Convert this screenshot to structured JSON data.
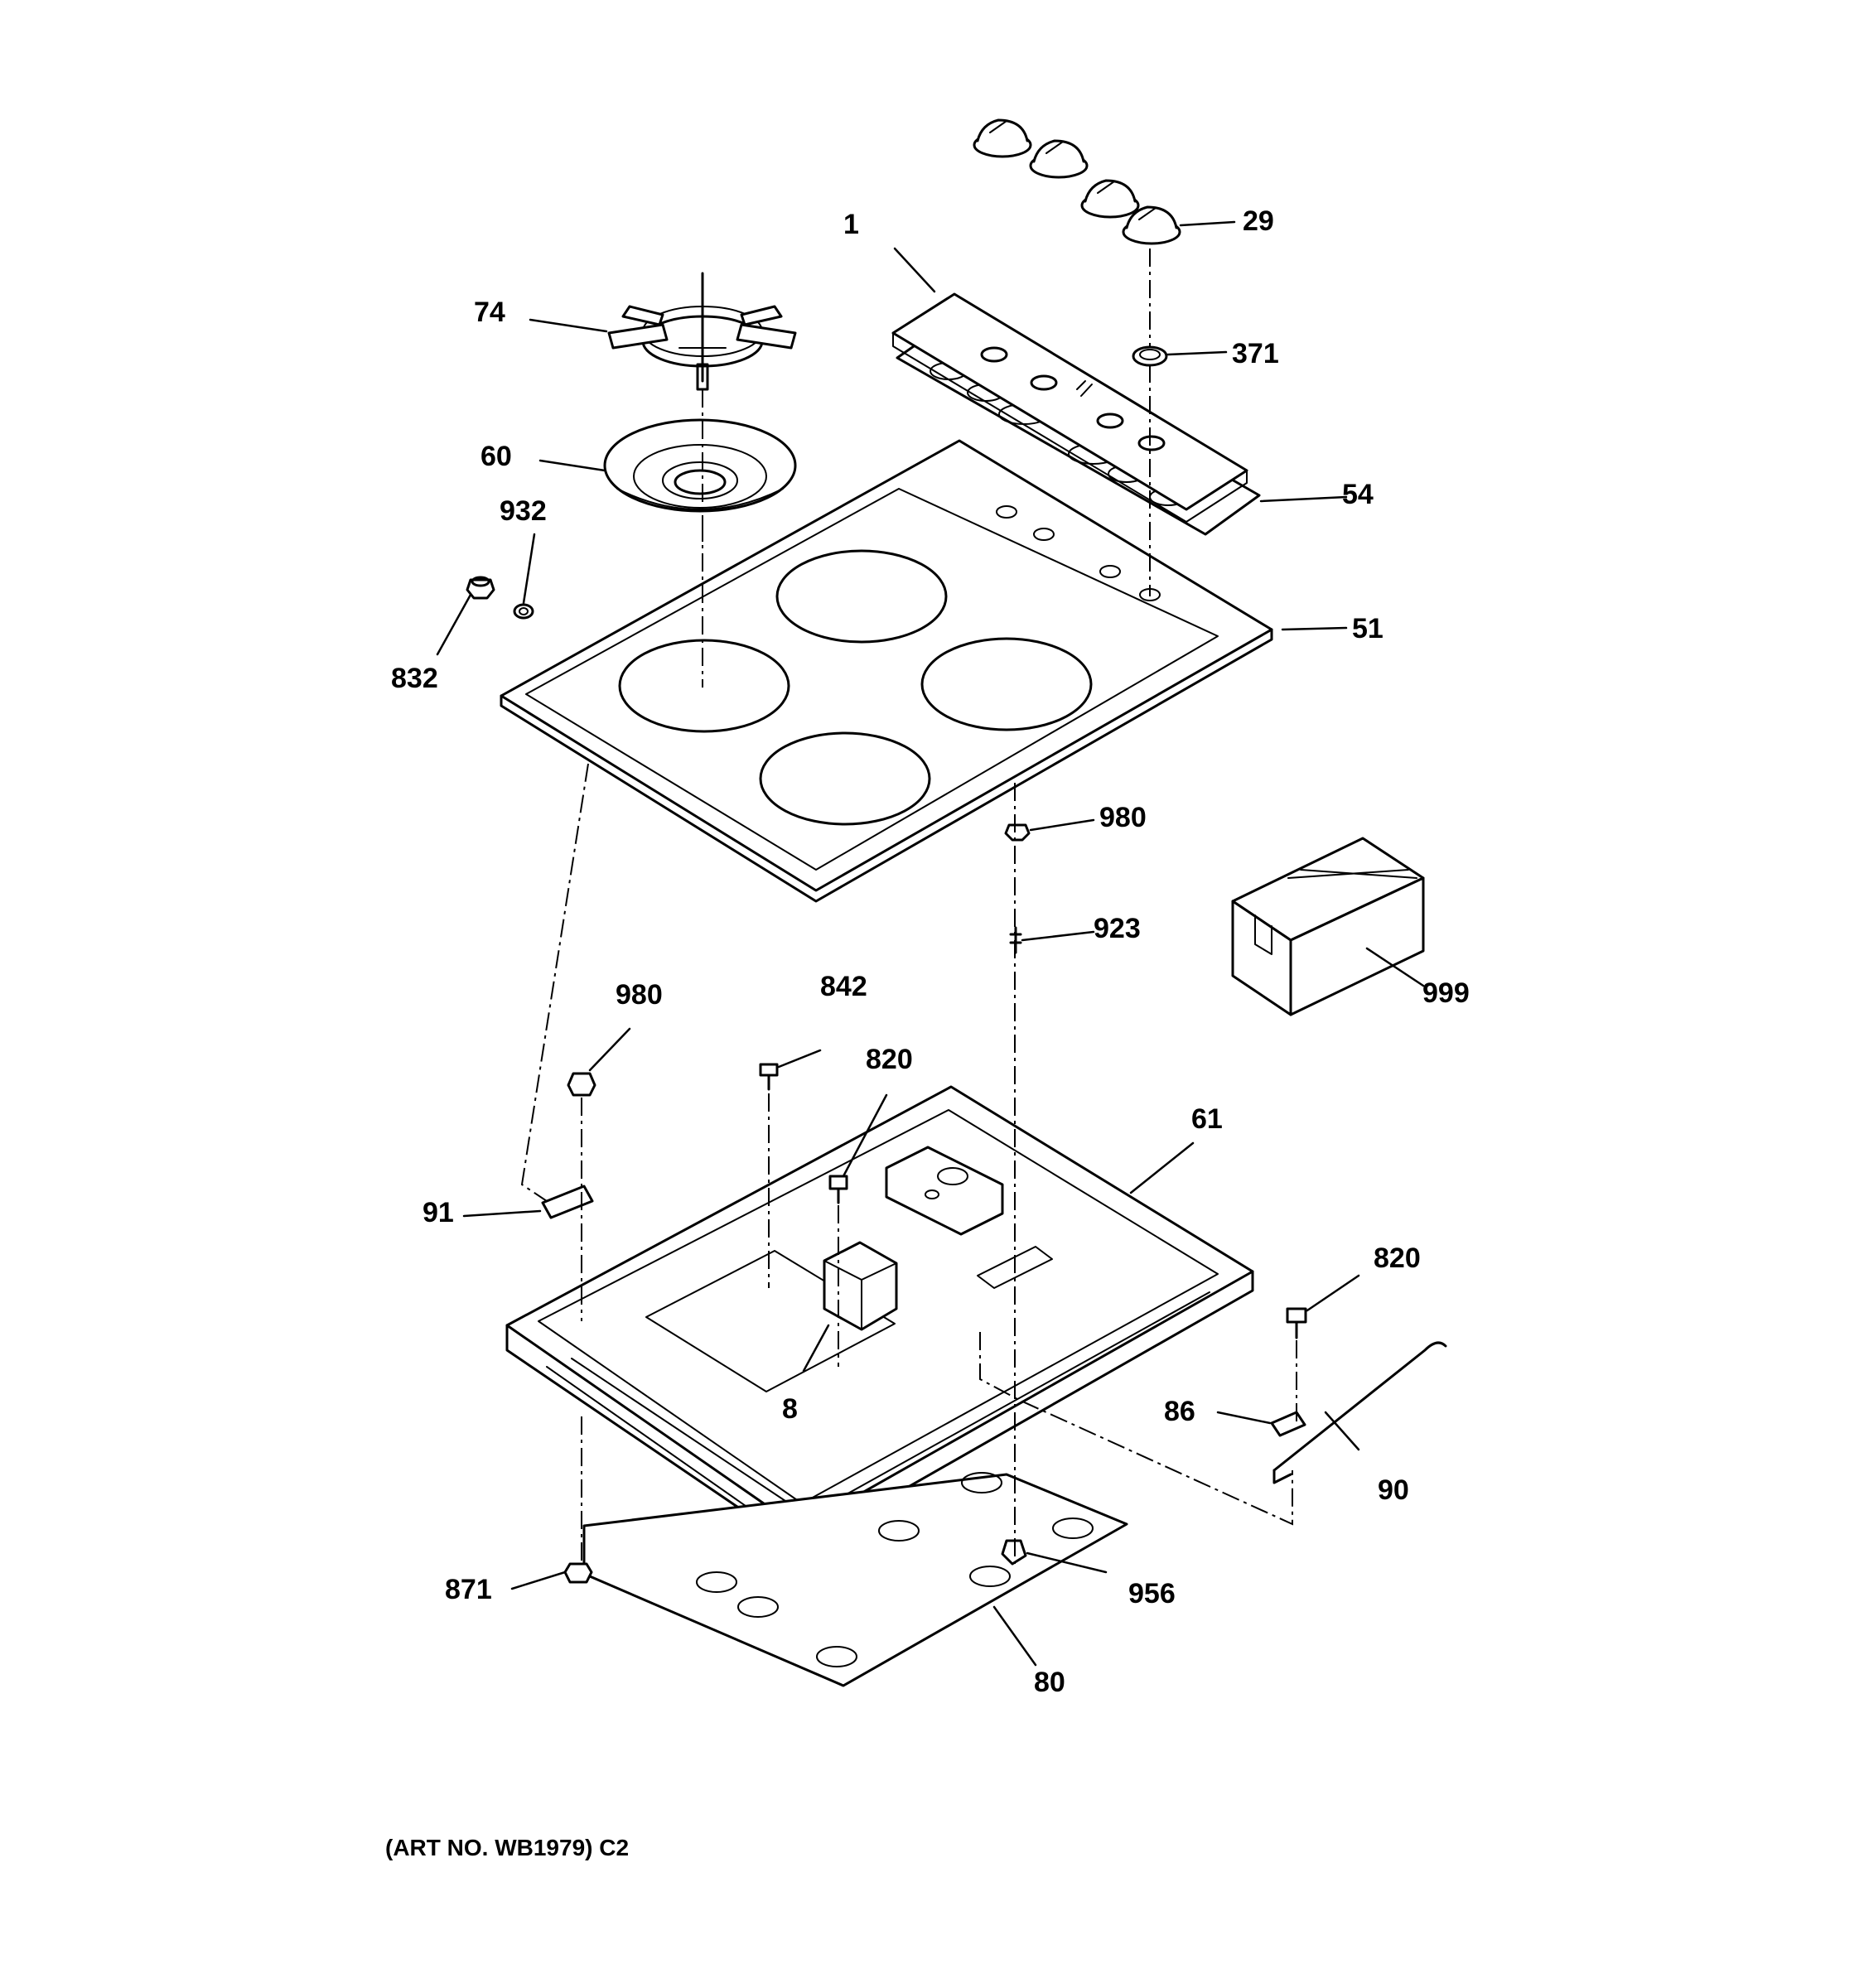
{
  "caption": "(ART NO. WB1979) C2",
  "parts": {
    "p1": "1",
    "p29": "29",
    "p74": "74",
    "p371": "371",
    "p60": "60",
    "p54": "54",
    "p932": "932",
    "p832": "832",
    "p51": "51",
    "p980a": "980",
    "p923": "923",
    "p999": "999",
    "p980b": "980",
    "p842": "842",
    "p820a": "820",
    "p61": "61",
    "p91": "91",
    "p820b": "820",
    "p86": "86",
    "p8": "8",
    "p90": "90",
    "p871": "871",
    "p956": "956",
    "p80": "80"
  }
}
